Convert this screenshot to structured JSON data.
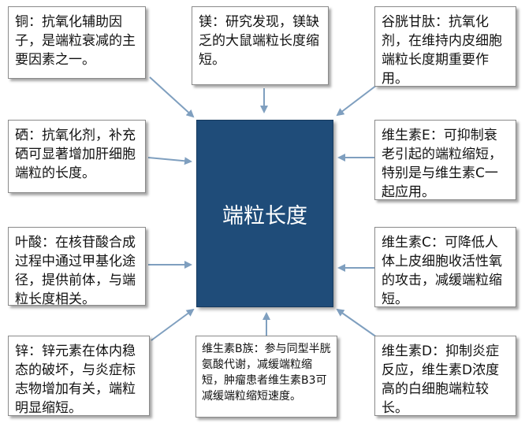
{
  "center": {
    "label": "端粒长度"
  },
  "boxes": {
    "copper": "铜：抗氧化辅助因子，是端粒衰减的主要因素之一。",
    "magnesium": "镁：研究发现，镁缺乏的大鼠端粒长度缩短。",
    "glutathione": "谷胱甘肽：抗氧化剂，在维持内皮细胞端粒长度期重要作用。",
    "selenium": "硒：抗氧化剂，补充硒可显著增加肝细胞端粒的长度。",
    "vitamin_e": "维生素E：可抑制衰老引起的端粒缩短，特别是与维生素C一起应用。",
    "folate": "叶酸：在核苷酸合成过程中通过甲基化途径，提供前体，与端粒长度相关。",
    "vitamin_c": "维生素C：可降低人体上皮细胞收活性氧的攻击，减缓端粒缩短。",
    "zinc": "锌：锌元素在体内稳态的破坏，与炎症标志物增加有关，端粒明显缩短。",
    "vitamin_b": "维生素B族：参与同型半胱氨酸代谢，减缓端粒缩短，肿瘤患者维生素B3可减缓端粒缩短速度。",
    "vitamin_d": "维生素D：抑制炎症反应，维生素D浓度高的白细胞端粒较长。"
  },
  "colors": {
    "center_fill": "#1f4c79",
    "arrow": "#7f9fbf"
  }
}
